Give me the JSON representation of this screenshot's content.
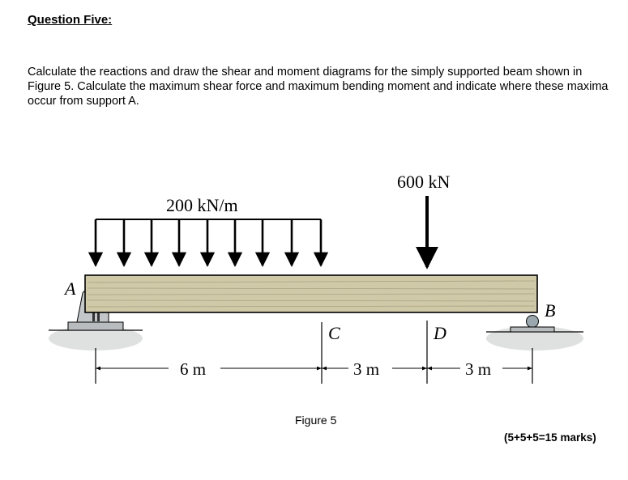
{
  "question": {
    "heading": "Question Five:",
    "paragraph": "Calculate the reactions and draw the shear and moment diagrams for the simply supported beam shown in Figure 5. Calculate the maximum shear force and maximum bending moment and indicate where these maxima occur from support A.",
    "marks": "(5+5+5=15 marks)"
  },
  "figure": {
    "caption": "Figure 5",
    "distributed_load_label": "200 kN/m",
    "point_load_label": "600 kN",
    "label_A": "A",
    "label_B": "B",
    "label_C": "C",
    "label_D": "D",
    "dim_1": "6 m",
    "dim_2": "3 m",
    "dim_3": "3 m",
    "colors": {
      "beam_fill": "#cfc9a8",
      "beam_grain": "#a9a284",
      "support": "#b9bcbf",
      "ground": "#d9dadb"
    }
  }
}
